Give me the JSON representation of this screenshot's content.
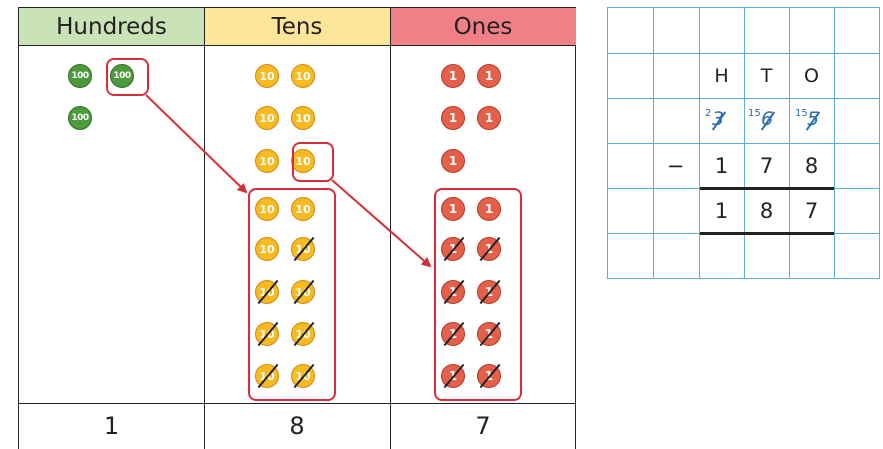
{
  "place_value_chart": {
    "headers": [
      "Hundreds",
      "Tens",
      "Ones"
    ],
    "header_colors": [
      "#c9e2b6",
      "#fde699",
      "#f08086"
    ],
    "counters": {
      "hundreds_label": "100",
      "tens_label": "10",
      "ones_label": "1"
    },
    "hundreds_counters": 3,
    "tens_counters_total": 16,
    "tens_counters_crossed": 7,
    "ones_counters_total": 15,
    "ones_counters_crossed": 8,
    "totals": [
      "1",
      "8",
      "7"
    ],
    "accent_color": "#d72f3a"
  },
  "column_method": {
    "headers": [
      "H",
      "T",
      "O"
    ],
    "exchange_row": [
      {
        "small": "2",
        "crossed": "3"
      },
      {
        "small": "15",
        "crossed": "6"
      },
      {
        "small": "15",
        "crossed": "5"
      }
    ],
    "operator": "−",
    "subtrahend": [
      "1",
      "7",
      "8"
    ],
    "answer": [
      "1",
      "8",
      "7"
    ],
    "grid_color": "#5aaee3"
  }
}
